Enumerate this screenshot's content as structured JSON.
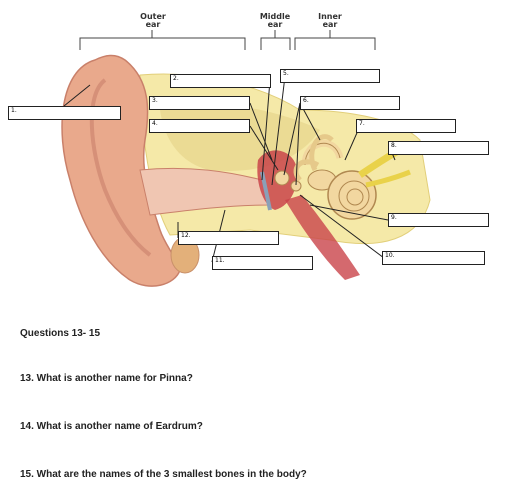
{
  "regions": {
    "outer": [
      "Outer",
      "ear"
    ],
    "middle": [
      "Middle",
      "ear"
    ],
    "inner": [
      "Inner",
      "ear"
    ]
  },
  "labels": [
    "1.",
    "2.",
    "3.",
    "4.",
    "5.",
    "6.",
    "7.",
    "8.",
    "9.",
    "10.",
    "11.",
    "12."
  ],
  "section_title": "Questions 13- 15",
  "questions": [
    "13. What is another name for Pinna?",
    "14. What is another name of Eardrum?",
    "15. What are the names of the 3 smallest bones in the body?"
  ]
}
